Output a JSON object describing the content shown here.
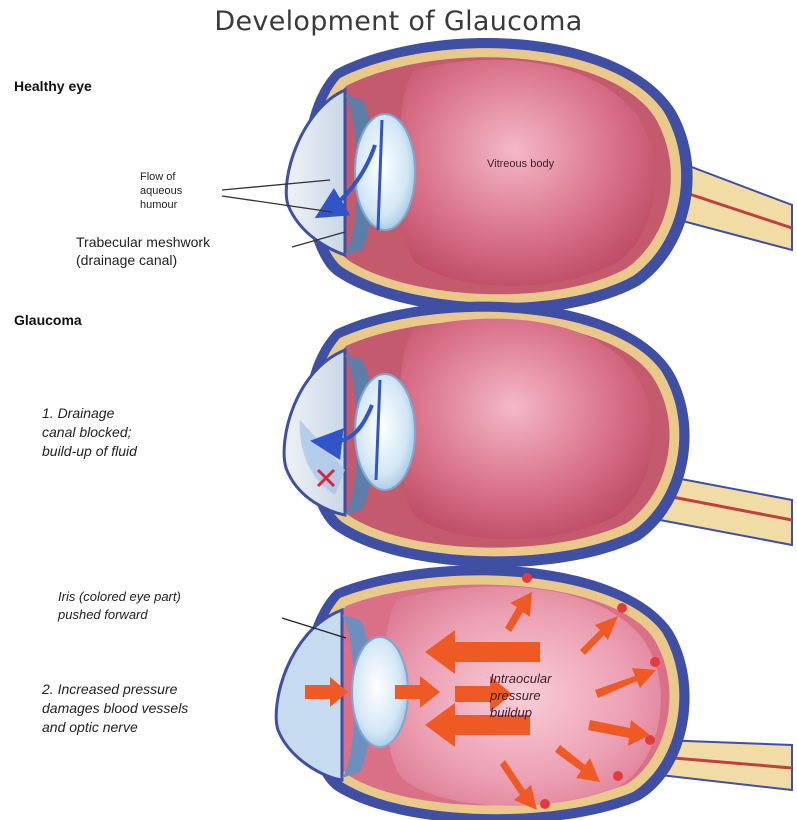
{
  "title": "Development of Glaucoma",
  "sections": {
    "healthy": {
      "label": "Healthy eye",
      "flow_label": "Flow of\naqueous\nhumour",
      "trabecular_label": "Trabecular meshwork\n(drainage canal)",
      "vitreous_label": "Vitreous body"
    },
    "glaucoma": {
      "label": "Glaucoma",
      "step1": "1. Drainage\ncanal blocked;\nbuild-up of fluid",
      "iris_label": "Iris (colored eye part)\npushed forward",
      "step2": "2. Increased pressure\ndamages blood vessels\nand optic nerve",
      "pressure_label": "Intraocular\npressure\nbuildup"
    }
  },
  "colors": {
    "sclera": "#3f4fa3",
    "choroid": "#e9c98a",
    "vitreous": "#c9556f",
    "vitreous_light": "#eaa6b6",
    "lens": "#dbeaf6",
    "cornea": "#d8dde4",
    "pressure_arrow": "#ef5a24",
    "optic_nerve": "#f2dca6"
  }
}
